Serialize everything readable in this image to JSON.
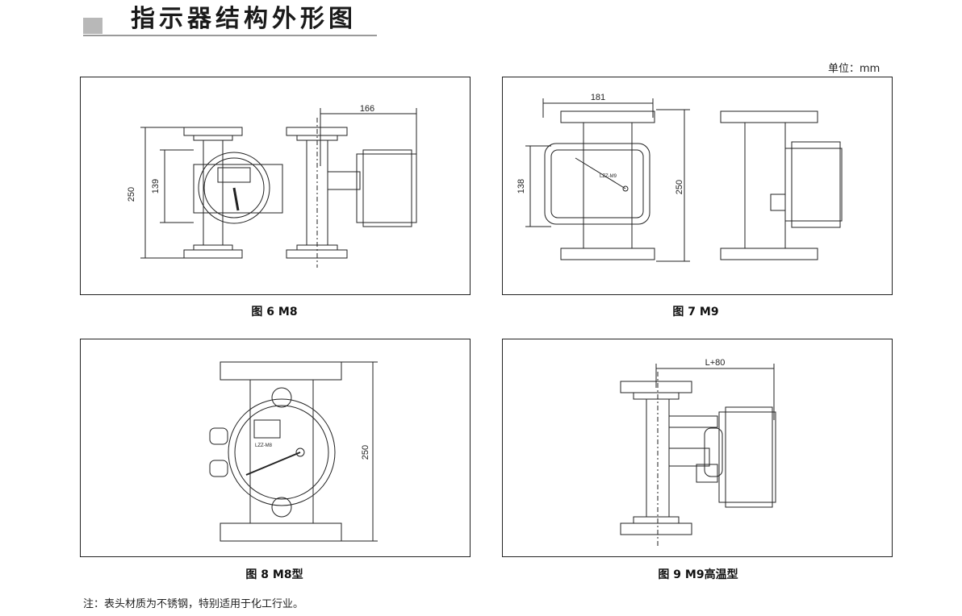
{
  "header": {
    "title": "指示器结构外形图"
  },
  "unit_label": "单位：mm",
  "figures": [
    {
      "caption": "图 6  M8",
      "dims": [
        "250",
        "139",
        "166"
      ]
    },
    {
      "caption": "图 7  M9",
      "dims": [
        "181",
        "138",
        "250"
      ],
      "model_text": "LZZ-M9"
    },
    {
      "caption": "图 8  M8型",
      "dims": [
        "250"
      ],
      "model_text": "LZZ-M8"
    },
    {
      "caption": "图 9  M9高温型",
      "dims": [
        "L+80"
      ]
    }
  ],
  "note": "注：表头材质为不锈钢，特别适用于化工行业。"
}
